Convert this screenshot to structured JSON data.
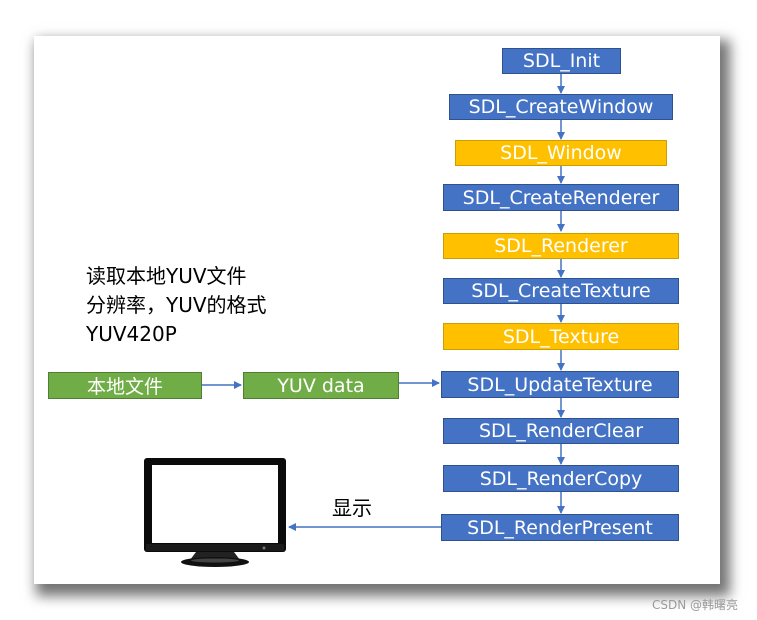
{
  "flow": {
    "steps": [
      {
        "label": "SDL_Init",
        "kind": "function"
      },
      {
        "label": "SDL_CreateWindow",
        "kind": "function"
      },
      {
        "label": "SDL_Window",
        "kind": "object"
      },
      {
        "label": "SDL_CreateRenderer",
        "kind": "function"
      },
      {
        "label": "SDL_Renderer",
        "kind": "object"
      },
      {
        "label": "SDL_CreateTexture",
        "kind": "function"
      },
      {
        "label": "SDL_Texture",
        "kind": "object"
      },
      {
        "label": "SDL_UpdateTexture",
        "kind": "function"
      },
      {
        "label": "SDL_RenderClear",
        "kind": "function"
      },
      {
        "label": "SDL_RenderCopy",
        "kind": "function"
      },
      {
        "label": "SDL_RenderPresent",
        "kind": "function"
      }
    ]
  },
  "input": {
    "local_file": "本地文件",
    "yuv_data": "YUV data"
  },
  "note": {
    "line1": "读取本地YUV文件",
    "line2": "分辨率，YUV的格式",
    "line3": "YUV420P"
  },
  "display": {
    "label": "显示"
  },
  "watermark": "CSDN @韩曙亮",
  "colors": {
    "function": "#4472c4",
    "object": "#ffc000",
    "input": "#70ad47",
    "arrow": "#4472c4"
  }
}
